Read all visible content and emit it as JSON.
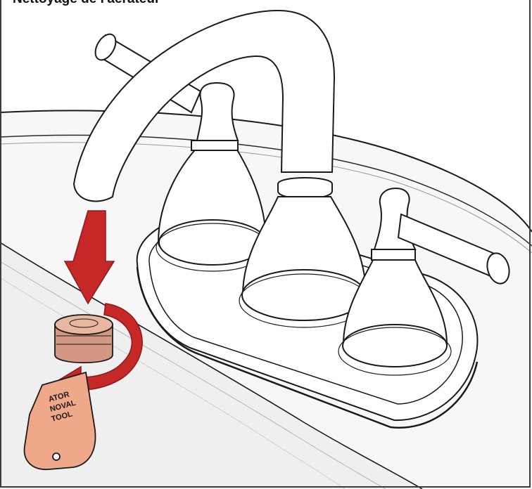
{
  "title": "Nettoyage de l'aérateur",
  "tool_text": [
    "ATOR",
    "NOVAL",
    "TOOL"
  ],
  "colors": {
    "outline": "#1a1a1a",
    "counter": "#f4f4f4",
    "counter_edge": "#dcdcdc",
    "arrow": "#c62828",
    "arrow_dark": "#8e1b1b",
    "aerator": "#e9b6a0",
    "aerator_shade": "#d39883",
    "tool": "#f0a88b"
  },
  "icons": {
    "down_arrow": "arrow-down-icon",
    "curve_arrow": "curved-arrow-icon"
  }
}
